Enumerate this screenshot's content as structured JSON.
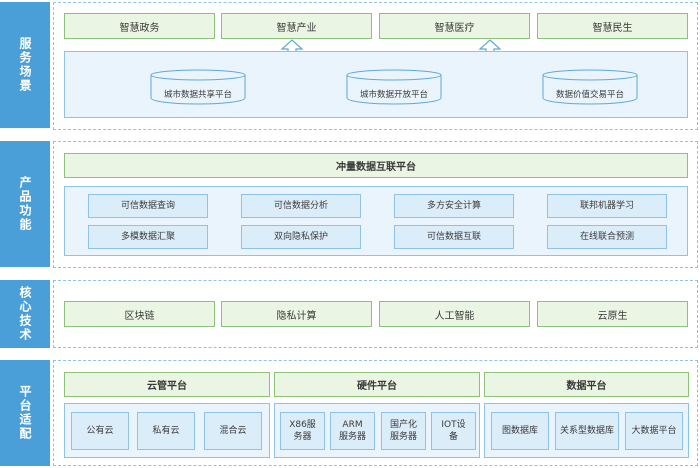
{
  "layers": {
    "service": {
      "label": "服务场景",
      "top_items": [
        "智慧政务",
        "智慧产业",
        "智慧医疗",
        "智慧民生"
      ],
      "platforms": [
        "城市数据共享平台",
        "城市数据开放平台",
        "数据价值交易平台"
      ]
    },
    "product": {
      "label": "产品功能",
      "header": "冲量数据互联平台",
      "row1": [
        "可信数据查询",
        "可信数据分析",
        "多方安全计算",
        "联邦机器学习"
      ],
      "row2": [
        "多模数据汇聚",
        "双向隐私保护",
        "可信数据互联",
        "在线联合预测"
      ]
    },
    "core": {
      "label": "核心技术",
      "items": [
        "区块链",
        "隐私计算",
        "人工智能",
        "云原生"
      ]
    },
    "platform": {
      "label": "平台适配",
      "groups": [
        {
          "title": "云管平台",
          "items": [
            "公有云",
            "私有云",
            "混合云"
          ]
        },
        {
          "title": "硬件平台",
          "items": [
            "X86服务器",
            "ARM服务器",
            "国产化服务器",
            "IOT设备"
          ]
        },
        {
          "title": "数据平台",
          "items": [
            "图数据库",
            "关系型数据库",
            "大数据平台"
          ]
        }
      ]
    }
  },
  "colors": {
    "side": "#4a9fd8",
    "green_fill": "#ebf5e3",
    "green_border": "#8dc27a",
    "blue_fill": "#dcedfa",
    "blue_border": "#8ec2e8"
  }
}
